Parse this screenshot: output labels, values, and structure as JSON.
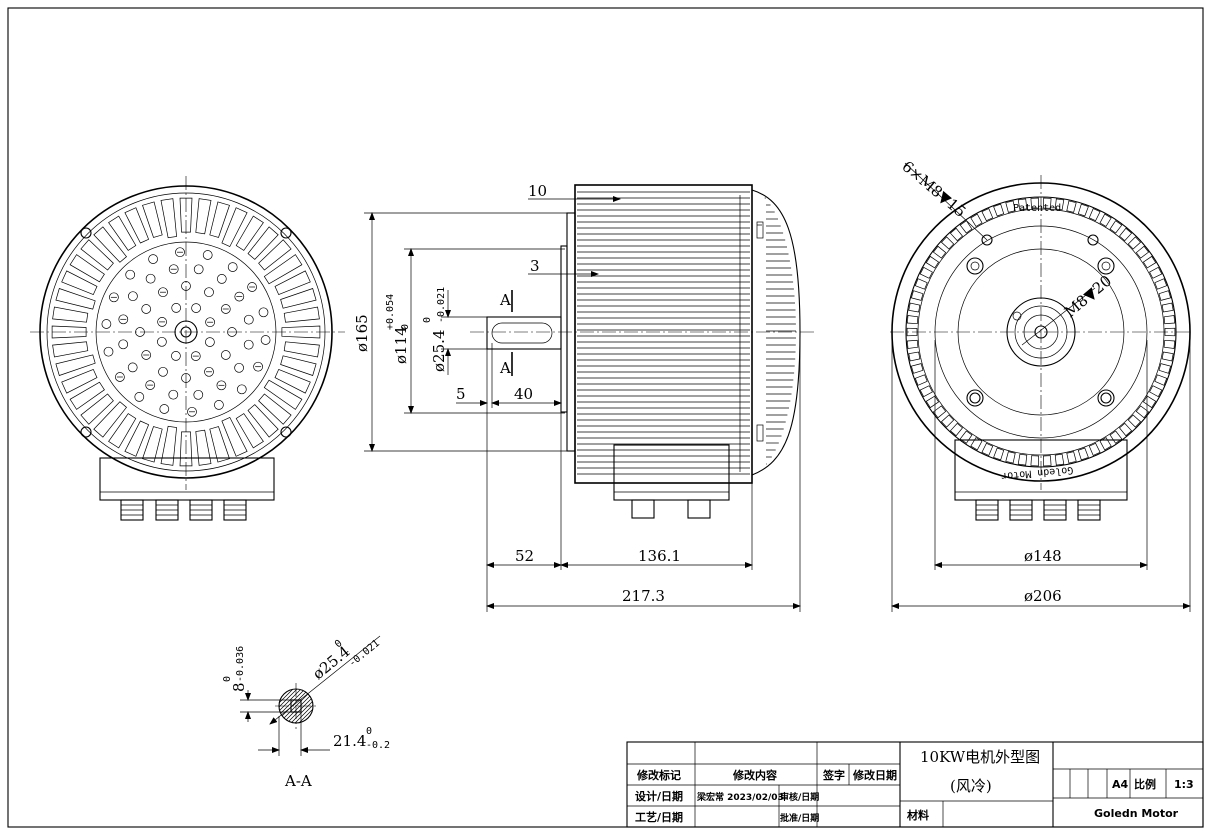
{
  "front_view": {},
  "side_view": {
    "dims": {
      "d10": "10",
      "d3": "3",
      "dia165": "ø165",
      "dia114": "ø114",
      "dia114_tol_up": "+0.054",
      "dia114_tol_low": "0",
      "dia25": "ø25.4",
      "dia25_tol_up": "0",
      "dia25_tol_low": "-0.021",
      "d5": "5",
      "d40": "40",
      "d52": "52",
      "d136": "136.1",
      "d217": "217.3",
      "sect_a_top": "A",
      "sect_a_bot": "A"
    }
  },
  "end_view": {
    "note_bolts": "6×M8▼15",
    "note_center": "M8▼20",
    "brand_top": "Patented",
    "brand_bottom": "Goledn Motor",
    "dia148": "ø148",
    "dia206": "ø206"
  },
  "section_aa": {
    "label": "A-A",
    "dia": "ø25.4",
    "dia_tol_up": "0",
    "dia_tol_low": "-0.021",
    "key": "8",
    "key_tol_up": "0",
    "key_tol_low": "-0.036",
    "depth": "21.4",
    "depth_tol_up": "0",
    "depth_tol_low": "-0.2"
  },
  "title_block": {
    "rev_mark": "修改标记",
    "rev_content": "修改内容",
    "signature": "签字",
    "rev_date": "修改日期",
    "design_date": "设计/日期",
    "designer": "梁宏常 2023/02/03",
    "review_date": "审核/日期",
    "process_date": "工艺/日期",
    "approve_date": "批准/日期",
    "title_line1": "10KW电机外型图",
    "title_line2": "(风冷)",
    "material": "材料",
    "paper": "A4",
    "scale_label": "比例",
    "scale": "1:3",
    "company": "Goledn Motor"
  }
}
